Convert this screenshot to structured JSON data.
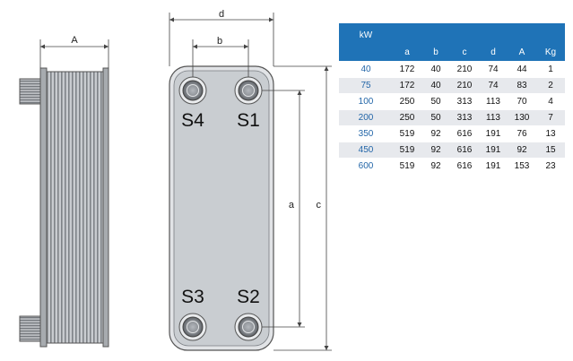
{
  "dimensions": {
    "A": "A",
    "a": "a",
    "b": "b",
    "c": "c",
    "d": "d"
  },
  "ports": {
    "s1": "S1",
    "s2": "S2",
    "s3": "S3",
    "s4": "S4"
  },
  "table": {
    "headers": [
      "kW",
      "a",
      "b",
      "c",
      "d",
      "A",
      "Kg"
    ],
    "rows": [
      [
        "40",
        "172",
        "40",
        "210",
        "74",
        "44",
        "1"
      ],
      [
        "75",
        "172",
        "40",
        "210",
        "74",
        "83",
        "2"
      ],
      [
        "100",
        "250",
        "50",
        "313",
        "113",
        "70",
        "4"
      ],
      [
        "200",
        "250",
        "50",
        "313",
        "113",
        "130",
        "7"
      ],
      [
        "350",
        "519",
        "92",
        "616",
        "191",
        "76",
        "13"
      ],
      [
        "450",
        "519",
        "92",
        "616",
        "191",
        "92",
        "15"
      ],
      [
        "600",
        "519",
        "92",
        "616",
        "191",
        "153",
        "23"
      ]
    ]
  },
  "colors": {
    "header_bg": "#1f73b7",
    "kw_text": "#2366a8",
    "alt_row": "#e7e9ed",
    "plate": "#cfd2d6"
  }
}
